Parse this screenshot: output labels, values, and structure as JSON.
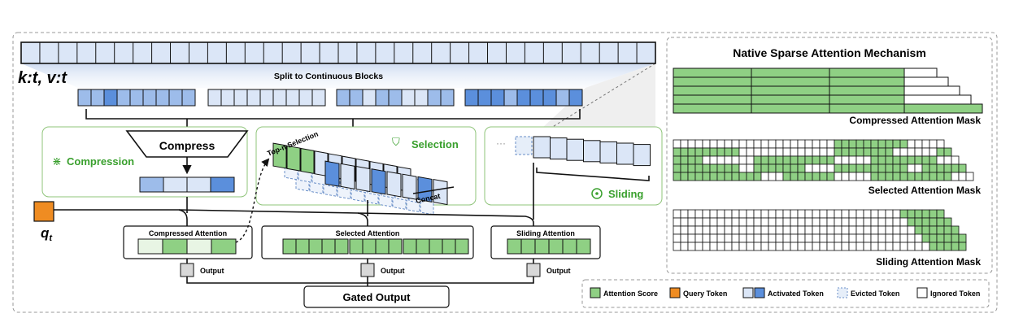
{
  "labels": {
    "kv": "k:t, v:t",
    "split": "Split to Continuous Blocks",
    "compress": "Compress",
    "compression": "Compression",
    "top_n": "Top-n Selection",
    "selection": "Selection",
    "concat": "Concat",
    "sliding": "Sliding",
    "ellipsis": "···",
    "qt": "q",
    "qt_sub": "t",
    "compressed_attention": "Compressed Attention",
    "selected_attention": "Selected Attention",
    "sliding_attention": "Sliding Attention",
    "output": "Output",
    "gated_output": "Gated Output"
  },
  "right_panel": {
    "title": "Native Sparse Attention Mechanism",
    "compressed_mask": "Compressed Attention Mask",
    "selected_mask": "Selected Attention Mask",
    "sliding_mask": "Sliding Attention Mask"
  },
  "legend": {
    "attention_score": "Attention Score",
    "query_token": "Query Token",
    "activated_token": "Activated Token",
    "evicted_token": "Evicted Token",
    "ignored_token": "Ignored Token"
  },
  "colors": {
    "green": "#8fd084",
    "green_dark": "#5cb85c",
    "light_blue": "#dbe6f7",
    "mid_blue": "#9dbcea",
    "dark_blue": "#5b8fdc",
    "orange": "#ef8c22",
    "panel_border": "#8fc47a",
    "label_green": "#3aa02e"
  }
}
